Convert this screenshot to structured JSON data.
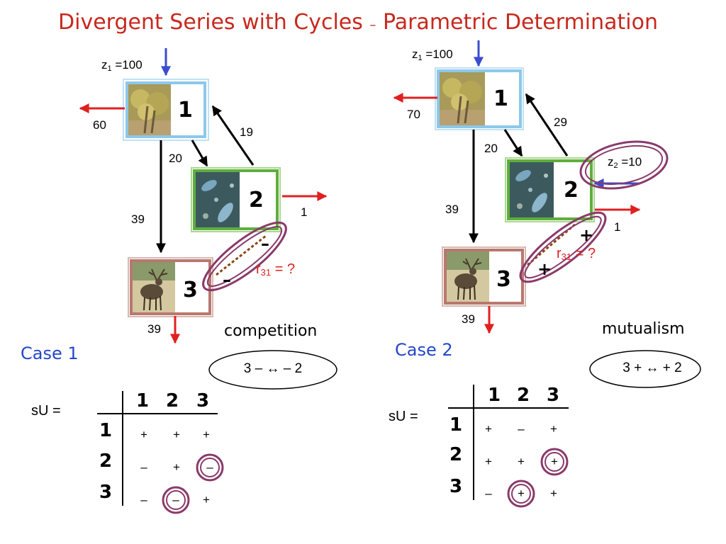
{
  "title": {
    "main": "Divergent Series with Cycles",
    "sep": "–",
    "rest": "Parametric Determination"
  },
  "colors": {
    "title": "#c8281e",
    "case": "#2446c8",
    "flow_out": "#e02020",
    "input": "#3a4ccf",
    "link": "#8b4513",
    "ring": "#8a3a6a"
  },
  "left": {
    "z_name": "z",
    "z_sub": "1",
    "z_eq": "=100",
    "node1": "1",
    "node2": "2",
    "node3": "3",
    "out1": "60",
    "f12": "20",
    "f21": "19",
    "f13": "39",
    "out2": "1",
    "out3": "39",
    "sign2": "–",
    "sign3": "–",
    "r_name": "r",
    "r_sub": "31",
    "r_eq": "= ?",
    "interaction": "competition",
    "relation": "3 –  ↔  – 2",
    "case": "Case 1",
    "su_label": "sU =",
    "matrix": {
      "cols": [
        "1",
        "2",
        "3"
      ],
      "rows": [
        {
          "h": "1",
          "c": [
            "+",
            "+",
            "+"
          ]
        },
        {
          "h": "2",
          "c": [
            "–",
            "+",
            "–"
          ]
        },
        {
          "h": "3",
          "c": [
            "–",
            "–",
            "+"
          ]
        }
      ]
    }
  },
  "right": {
    "z_name": "z",
    "z_sub": "1",
    "z_eq": "=100",
    "z2_name": "z",
    "z2_sub": "2",
    "z2_eq": "=10",
    "node1": "1",
    "node2": "2",
    "node3": "3",
    "out1": "70",
    "f12": "20",
    "f21": "29",
    "f13": "39",
    "out2": "1",
    "out3": "39",
    "sign2": "+",
    "sign3": "+",
    "r_name": "r",
    "r_sub": "31",
    "r_eq": "= ?",
    "interaction": "mutualism",
    "relation": "3 +  ↔ + 2",
    "case": "Case 2",
    "su_label": "sU =",
    "matrix": {
      "cols": [
        "1",
        "2",
        "3"
      ],
      "rows": [
        {
          "h": "1",
          "c": [
            "+",
            "–",
            "+"
          ]
        },
        {
          "h": "2",
          "c": [
            "+",
            "+",
            "+"
          ]
        },
        {
          "h": "3",
          "c": [
            "–",
            "+",
            "+"
          ]
        }
      ]
    }
  }
}
